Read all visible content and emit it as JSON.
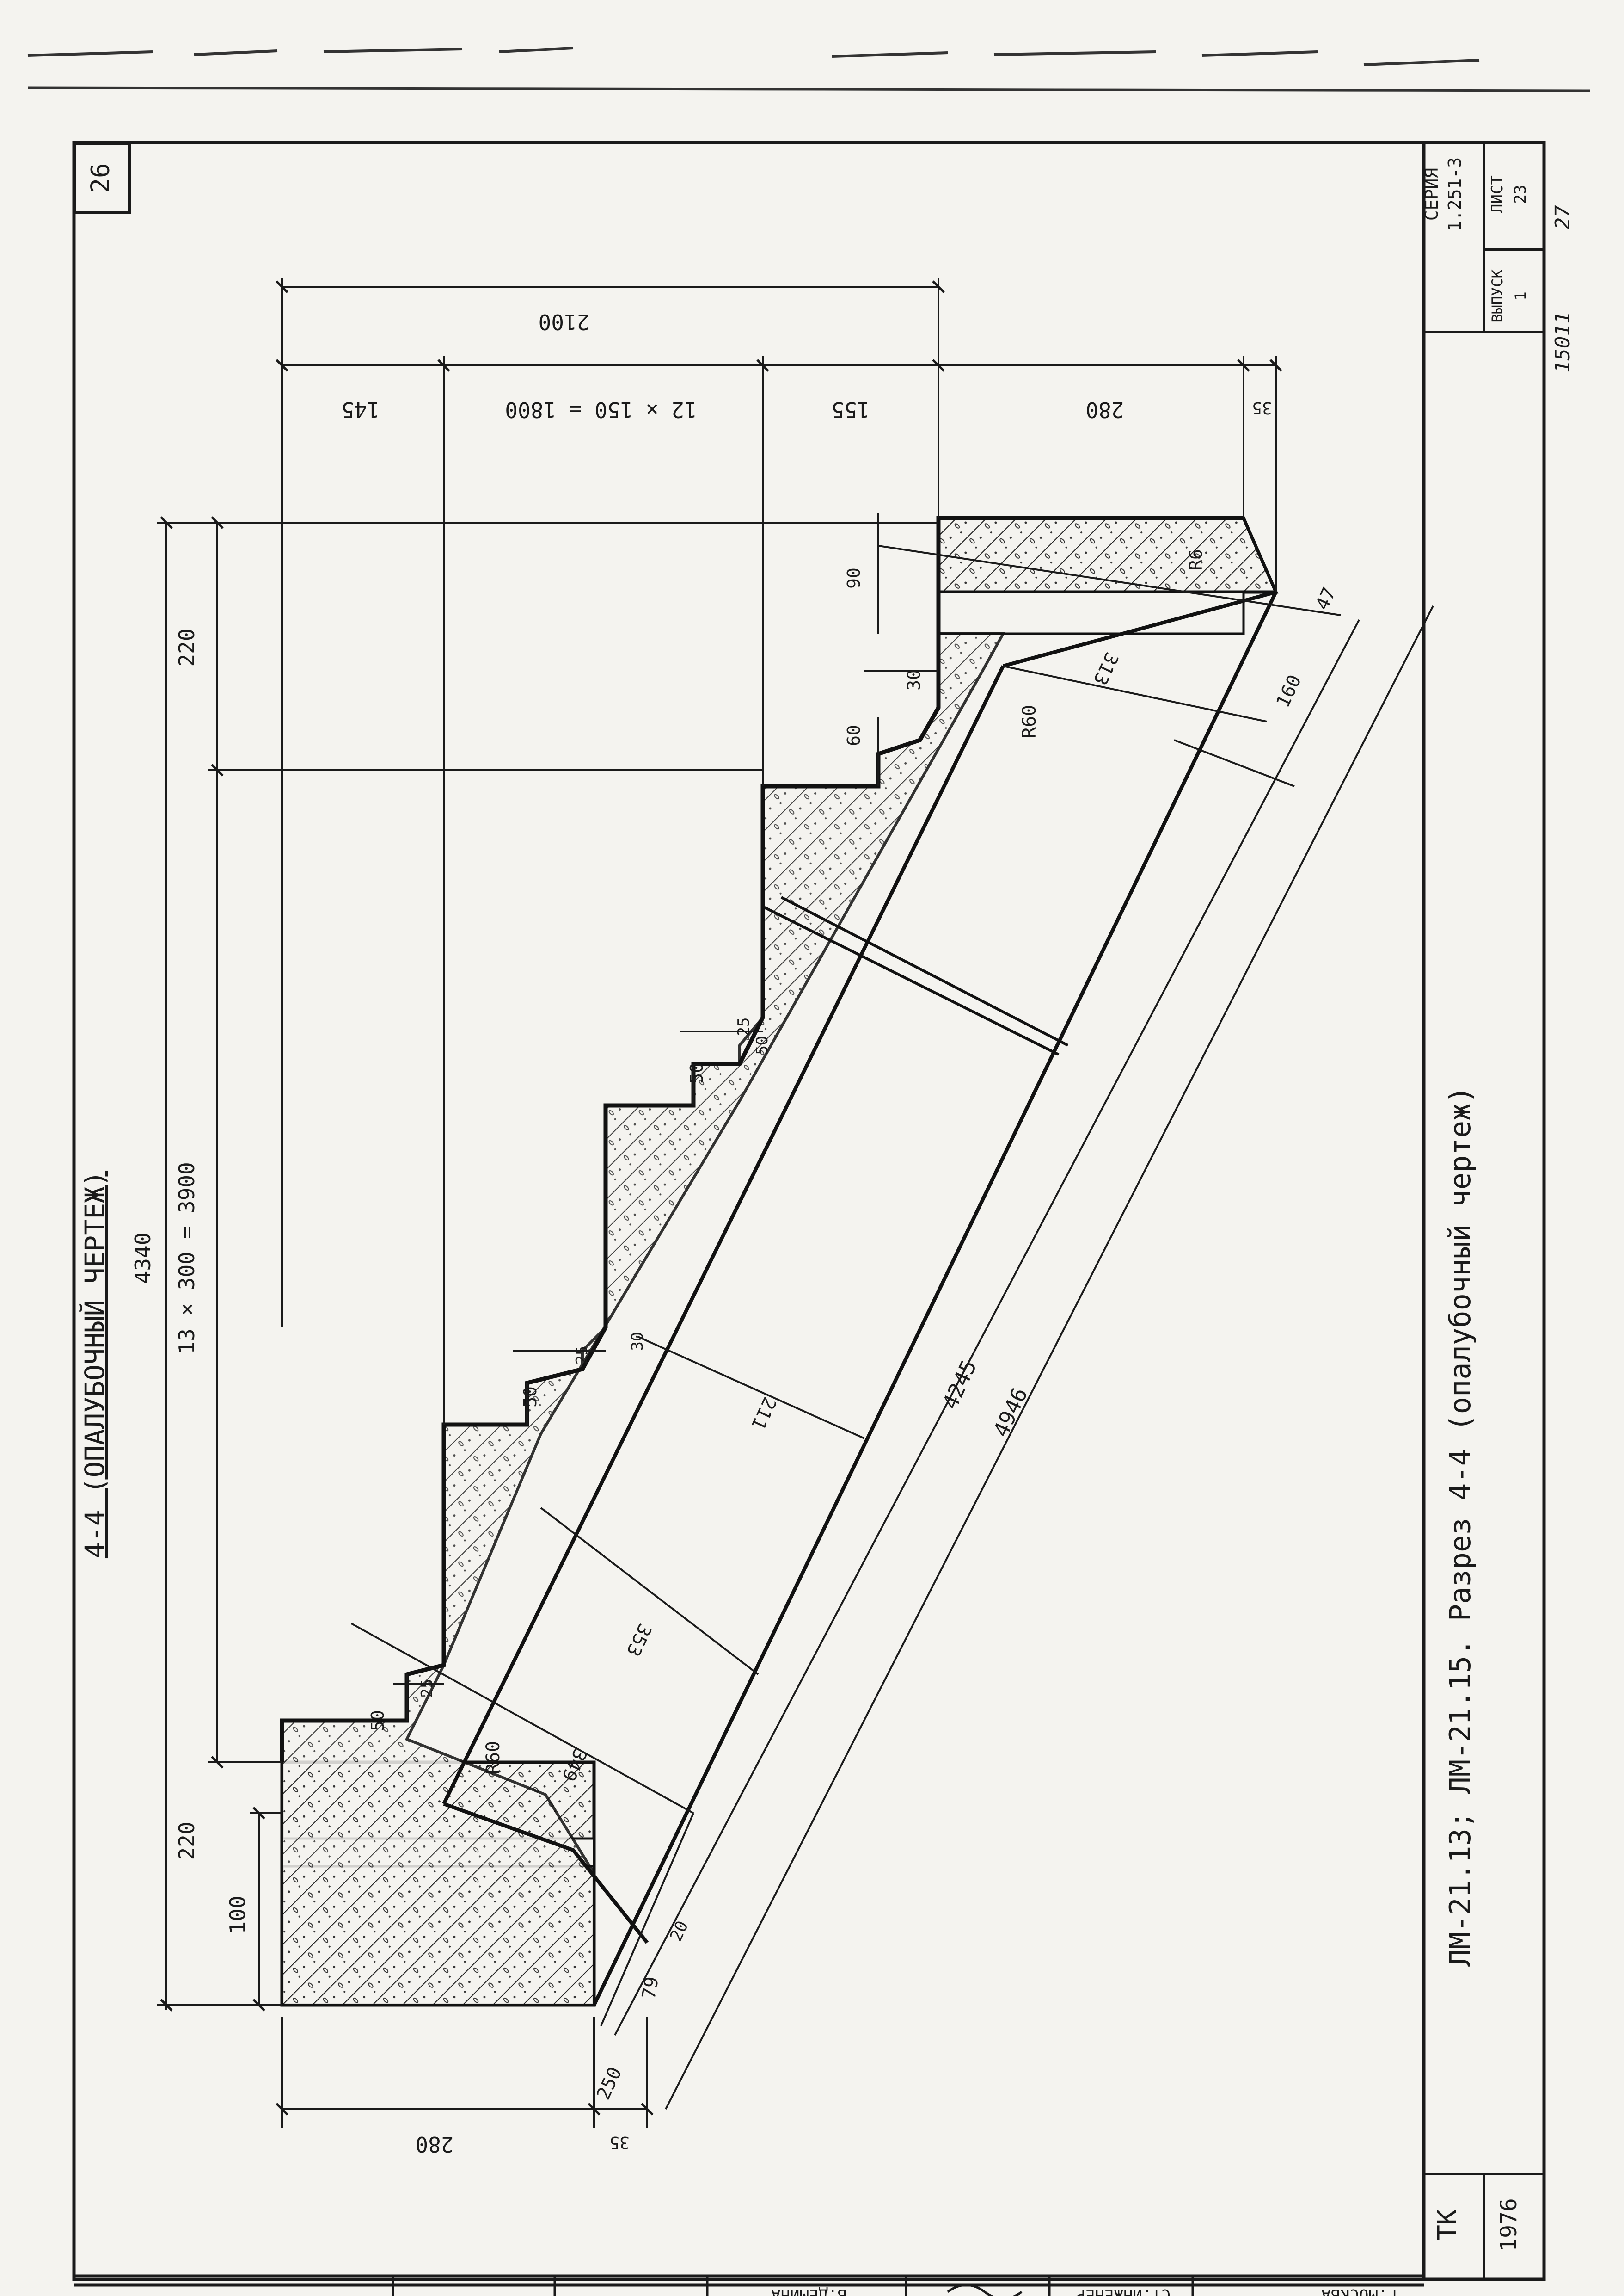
{
  "sheet": {
    "page_number": "26",
    "title": "4-4 (ОПАЛУБОЧНЫЙ ЧЕРТЕЖ)",
    "caption": "ЛМ-21.13; ЛМ-21.15.   Разрез 4-4 (опалубочный чертеж)"
  },
  "dimensions": {
    "overall_length": "4340",
    "treads": "13 × 300 = 3900",
    "top_220": "220",
    "bottom_220": "220",
    "bottom_100": "100",
    "total_height": "2100",
    "h_145": "145",
    "risers": "12 × 150 = 1800",
    "h_155": "155",
    "h_280_top": "280",
    "h_35_top": "35",
    "h_280_bottom": "280",
    "h_35_bottom": "35",
    "v_90": "90",
    "v_30": "30",
    "v_60": "60",
    "v_50_a": "50",
    "v_25_a": "25",
    "v_50_b": "50",
    "v_25_b": "25",
    "v_50_c": "50",
    "v_25_c": "25",
    "v_50_d": "50",
    "v_30_d": "30",
    "r_6": "R6",
    "r_60_top": "R60",
    "r_60_bottom": "R60",
    "d_47": "47",
    "d_313": "313",
    "d_160": "160",
    "d_211": "211",
    "d_4245": "4245",
    "d_4946": "4946",
    "d_353": "353",
    "d_349": "349",
    "d_20": "20",
    "d_79": "79",
    "d_250": "250"
  },
  "title_block": {
    "seria_label": "СЕРИЯ",
    "seria_value": "1.251-3",
    "vypusk_label": "ВЫПУСК",
    "vypusk_value": "1",
    "list_label": "ЛИСТ",
    "list_value": "23",
    "sheet_no": "27",
    "inv_no": "15011",
    "org": "ТК",
    "year": "1976",
    "engineer_role": "СТ.ИНЖЕНЕР",
    "engineer_name": "В.ДЕМИНА",
    "city": "Г.МОСКВА"
  }
}
